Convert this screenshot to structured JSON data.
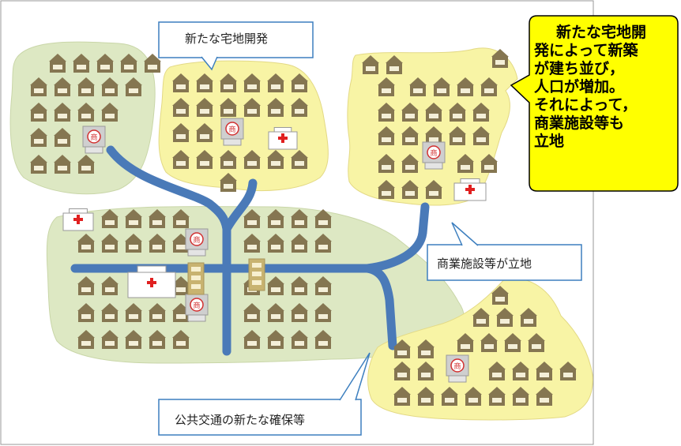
{
  "callouts": {
    "new_development": "新たな宅地開発",
    "commercial": "商業施設等が立地",
    "transit": "公共交通の新たな確保等"
  },
  "bubble": {
    "lines": [
      "新たな宅地開",
      "発によって新築",
      "が建ち並び，",
      "人口が増加。",
      "それによって，",
      "商業施設等も",
      "立地"
    ]
  },
  "icons": {
    "shop_label": "商"
  },
  "colors": {
    "green_area": "#dde8c3",
    "yellow_area": "#f8f4a5",
    "road": "#4a7ab8",
    "house": "#857651",
    "bubble": "#ffff00",
    "callout_border": "#3d7fbf",
    "cross": "#e02020"
  }
}
